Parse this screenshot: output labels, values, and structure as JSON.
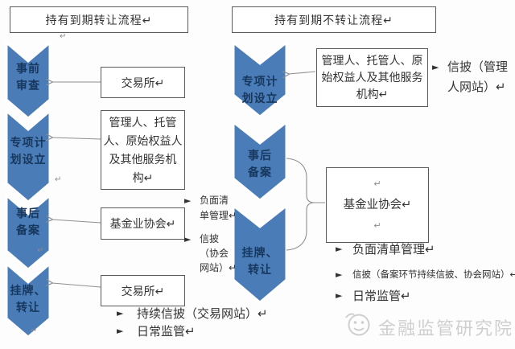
{
  "colors": {
    "chevron-fill": "#4a7cb8",
    "chevron-text": "#17375d",
    "box-border": "#5a5a5a",
    "line-gray": "#8f8f8f",
    "ink": "#333333",
    "watermark": "#cfcfcf"
  },
  "marks": {
    "return_glyph": "↵",
    "bullet_glyph": "►"
  },
  "left_flow": {
    "title": "持有到期转让流程↵",
    "steps": [
      {
        "line1": "事前",
        "line2": "审查"
      },
      {
        "line1": "专项计",
        "line2": "划设立"
      },
      {
        "line1": "事后",
        "line2": "备案"
      },
      {
        "line1": "挂牌、",
        "line2": "转让"
      }
    ],
    "box_exchange_top": "交易所↵",
    "box_parties": {
      "line1": "管理人、托管",
      "line2": "人、原始权益人",
      "line3": "及其他服务机",
      "line4": "构↵"
    },
    "box_association": "基金业协会↵",
    "box_exchange_bottom": "交易所↵",
    "bullet_negative_list": {
      "line1": "负面清",
      "line2": "单管理↵"
    },
    "bullet_disclosure": {
      "line1": "信披",
      "line2": "（协会",
      "line3": "网站）↵"
    },
    "bullet_continuous_disclosure": "持续信披（交易网站）↵",
    "bullet_daily_supervision": "日常监管↵"
  },
  "right_flow": {
    "title": "持有到期不转让流程↵",
    "steps": [
      {
        "line1": "专项计",
        "line2": "划设立"
      },
      {
        "line1": "事后",
        "line2": "备案"
      },
      {
        "line1": "挂牌、",
        "line2": "转让"
      }
    ],
    "box_parties": {
      "line1": "管理人、托管人、原",
      "line2": "始权益人及其他服务",
      "line3": "机构↵"
    },
    "bullet_manager_disclosure": {
      "line1": "信披（管理",
      "line2": "人网站）↵"
    },
    "box_association": {
      "mark_top": "↵",
      "label": "基金业协会↵",
      "mark_bottom": "↵"
    },
    "bullet_negative_list": "负面清单管理↵",
    "bullet_disclosure": "信披（备案环节持续信披、协会网站）↵",
    "bullet_daily_supervision": "日常监管↵"
  },
  "watermark": {
    "text": "金融监管研究院"
  }
}
